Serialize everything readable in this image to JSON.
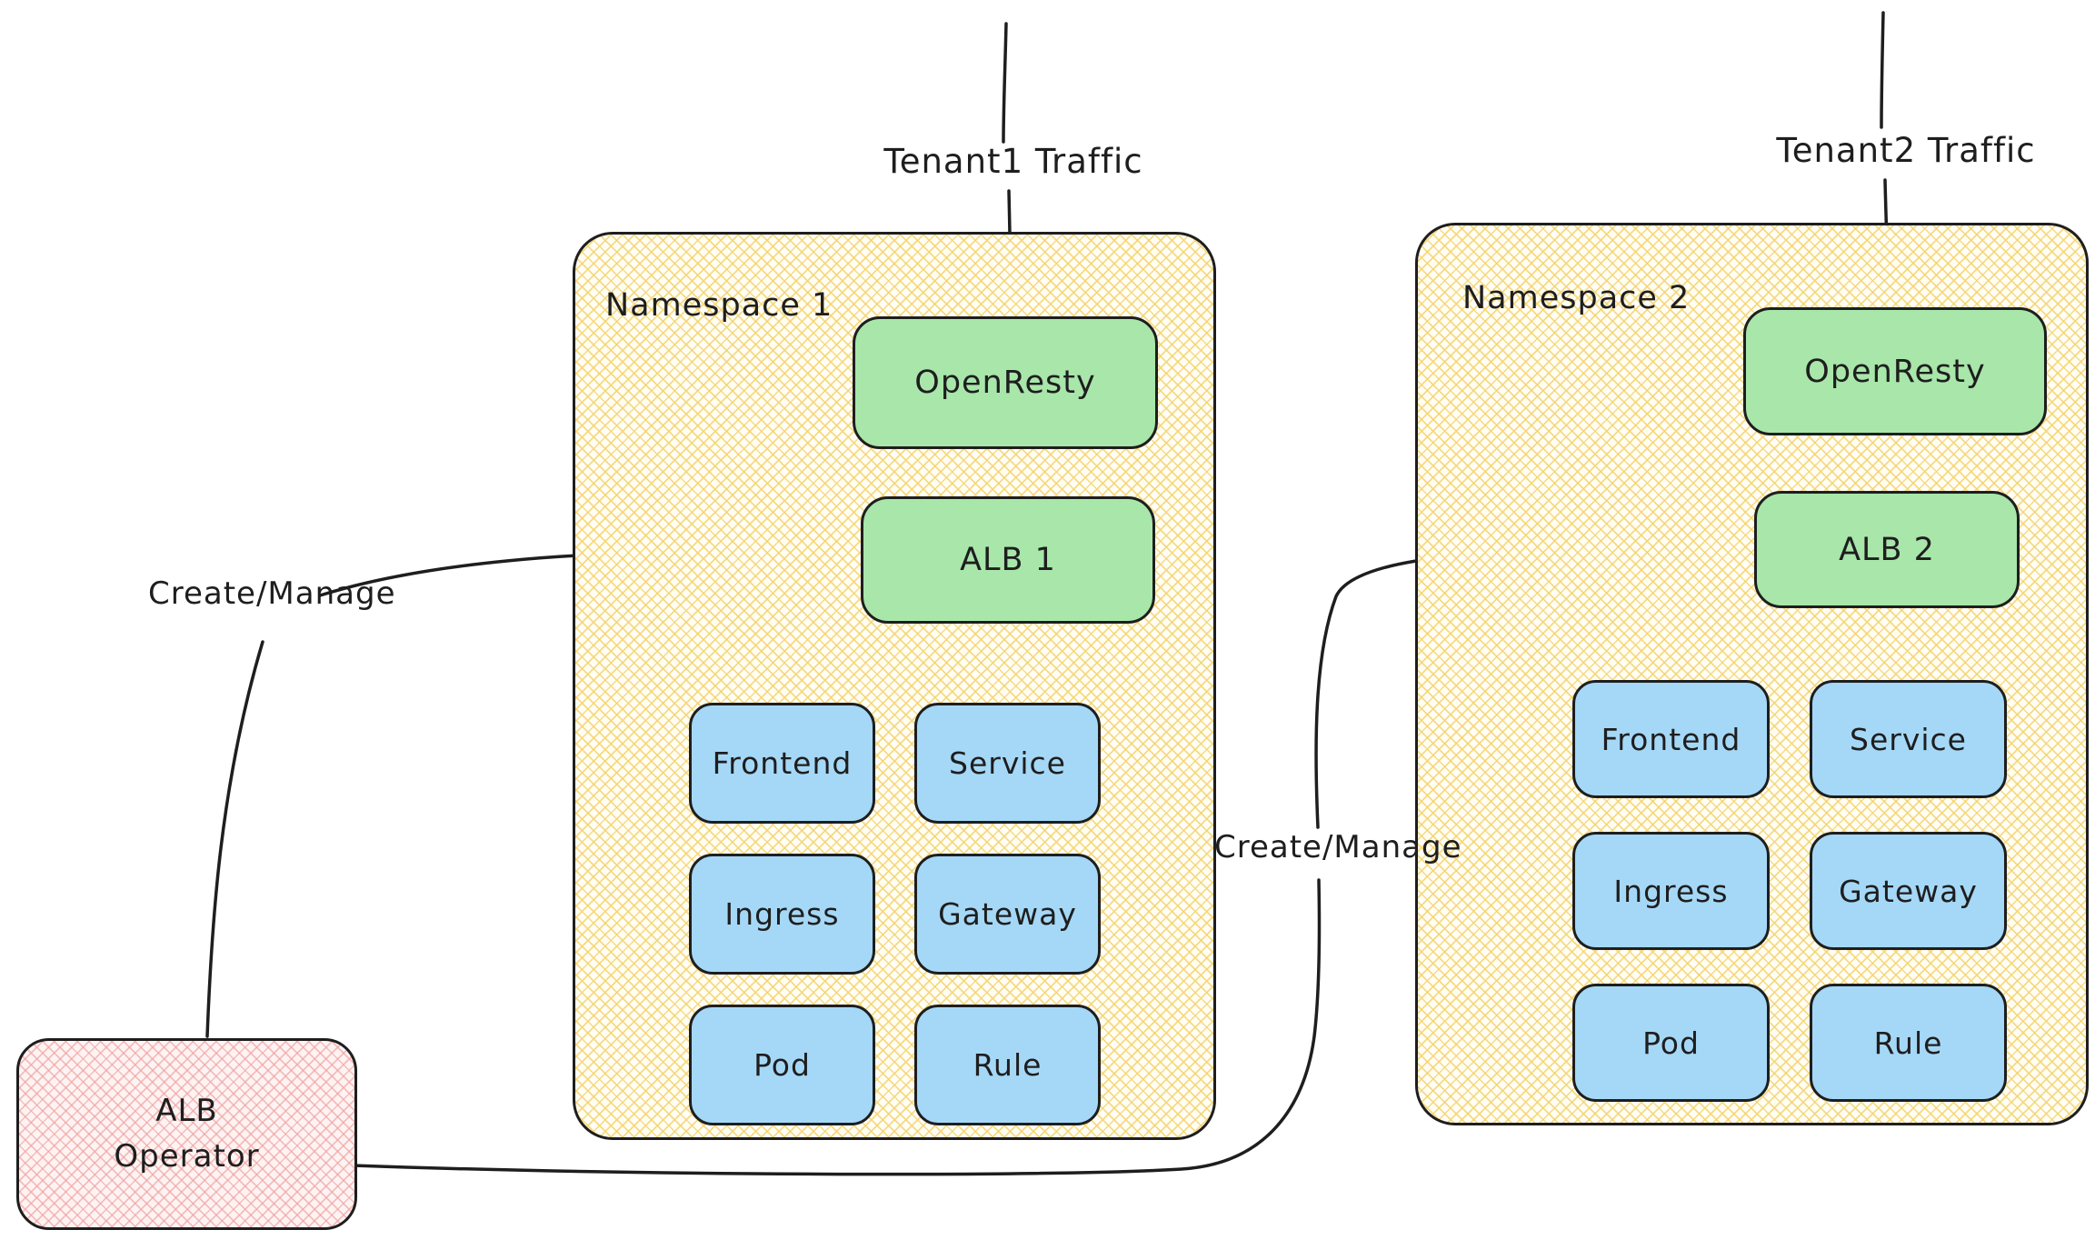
{
  "colors": {
    "stroke": "#1e1e1e",
    "green_fill": "#a8e6aa",
    "blue_fill": "#a5d8f7",
    "yellow_hatch": "#f4d470",
    "pink_hatch": "#f0a0a0"
  },
  "labels": {
    "tenant1": "Tenant1 Traffic",
    "tenant2": "Tenant2 Traffic",
    "create_manage_1": "Create/Manage",
    "create_manage_2": "Create/Manage"
  },
  "namespace1": {
    "title": "Namespace 1",
    "openresty": "OpenResty",
    "alb": "ALB 1",
    "resources": [
      "Frontend",
      "Service",
      "Ingress",
      "Gateway",
      "Pod",
      "Rule"
    ]
  },
  "namespace2": {
    "title": "Namespace 2",
    "openresty": "OpenResty",
    "alb": "ALB 2",
    "resources": [
      "Frontend",
      "Service",
      "Ingress",
      "Gateway",
      "Pod",
      "Rule"
    ]
  },
  "operator": {
    "line1": "ALB",
    "line2": "Operator"
  }
}
